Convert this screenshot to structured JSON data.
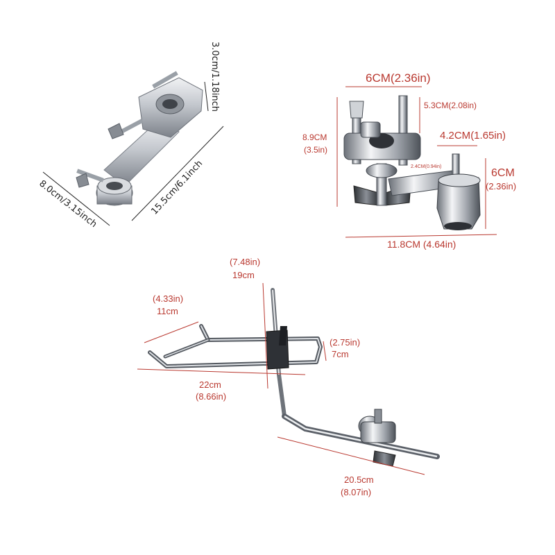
{
  "colors": {
    "dimension_red": "#b9382f",
    "dimension_dark": "#1c1c1c",
    "metal_light": "#e4e6ea",
    "metal_mid": "#b7bbc2",
    "metal_dark": "#5b6068"
  },
  "clamp1": {
    "height": "3.0cm/1.18inch",
    "length": "15.5cm/6.1inch",
    "width": "8.0cm/3.15inch"
  },
  "clamp2": {
    "top_width": "6CM",
    "top_width_in": "(2.36in)",
    "post_height": "5.3CM",
    "post_height_in": "(2.08in)",
    "body_height": "8.9CM",
    "body_height_in": "(3.5in)",
    "arm_width": "4.2CM",
    "arm_width_in": "(1.65in)",
    "bore": "2.4CM",
    "bore_in": "(0.94in)",
    "socket_height": "6CM",
    "socket_height_in": "(2.36in)",
    "total_length": "11.8CM",
    "total_length_in": "(4.64in)"
  },
  "holder": {
    "rod_height_in": "(7.48in)",
    "rod_height_cm": "19cm",
    "prong_in": "(4.33in)",
    "prong_cm": "11cm",
    "frame_depth_in": "(2.75in)",
    "frame_depth_cm": "7cm",
    "frame_width_cm": "22cm",
    "frame_width_in": "(8.66in)",
    "arm_length_cm": "20.5cm",
    "arm_length_in": "(8.07in)"
  }
}
